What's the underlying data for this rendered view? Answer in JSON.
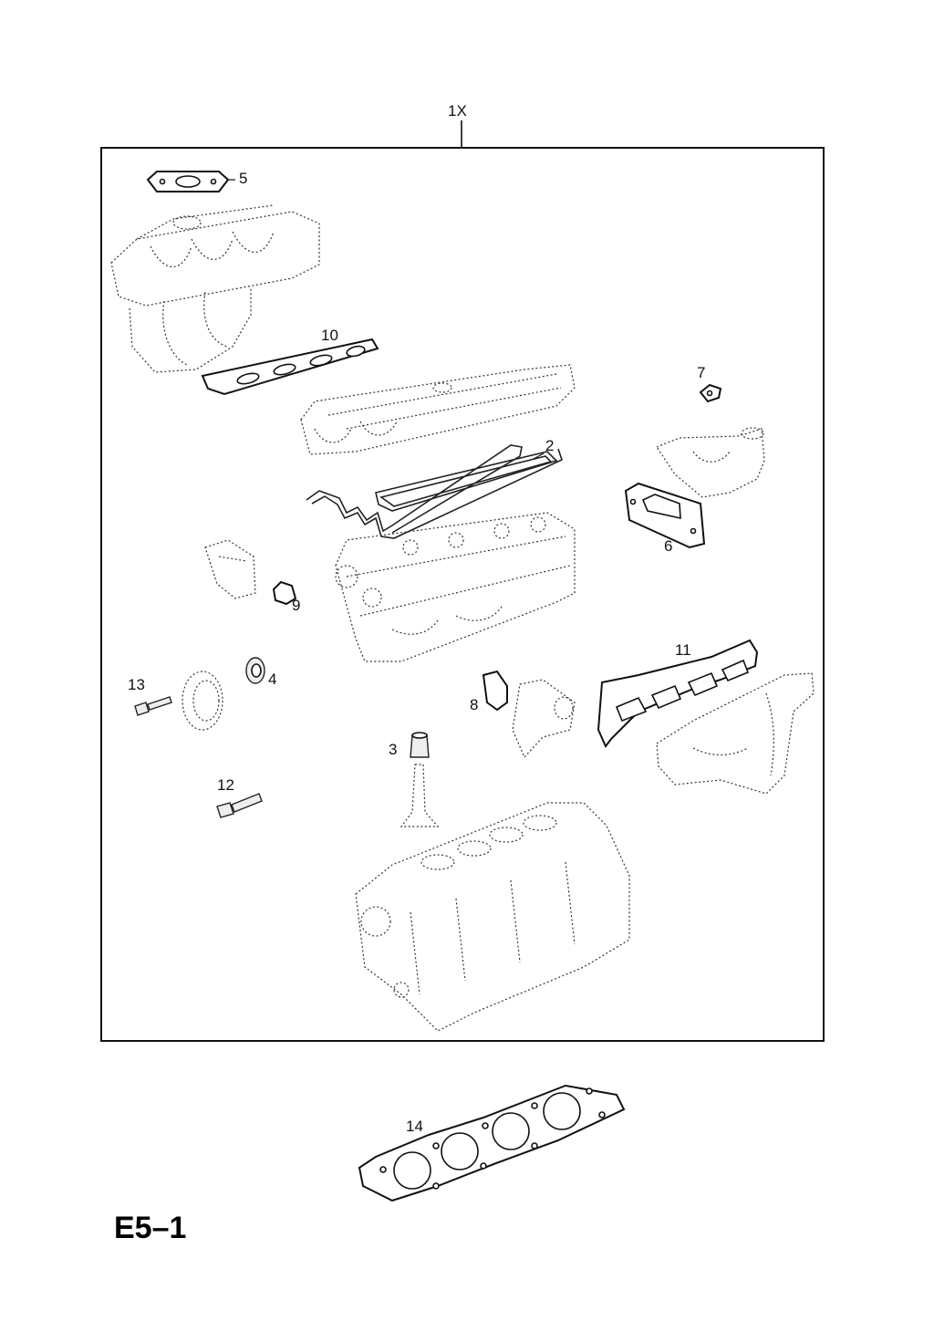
{
  "callouts": {
    "kit": "1X",
    "p2": "2",
    "p3": "3",
    "p4": "4",
    "p5": "5",
    "p6": "6",
    "p7": "7",
    "p8": "8",
    "p9": "9",
    "p10": "10",
    "p11": "11",
    "p12": "12",
    "p13": "13",
    "p14": "14"
  },
  "page_code": "E5–1"
}
